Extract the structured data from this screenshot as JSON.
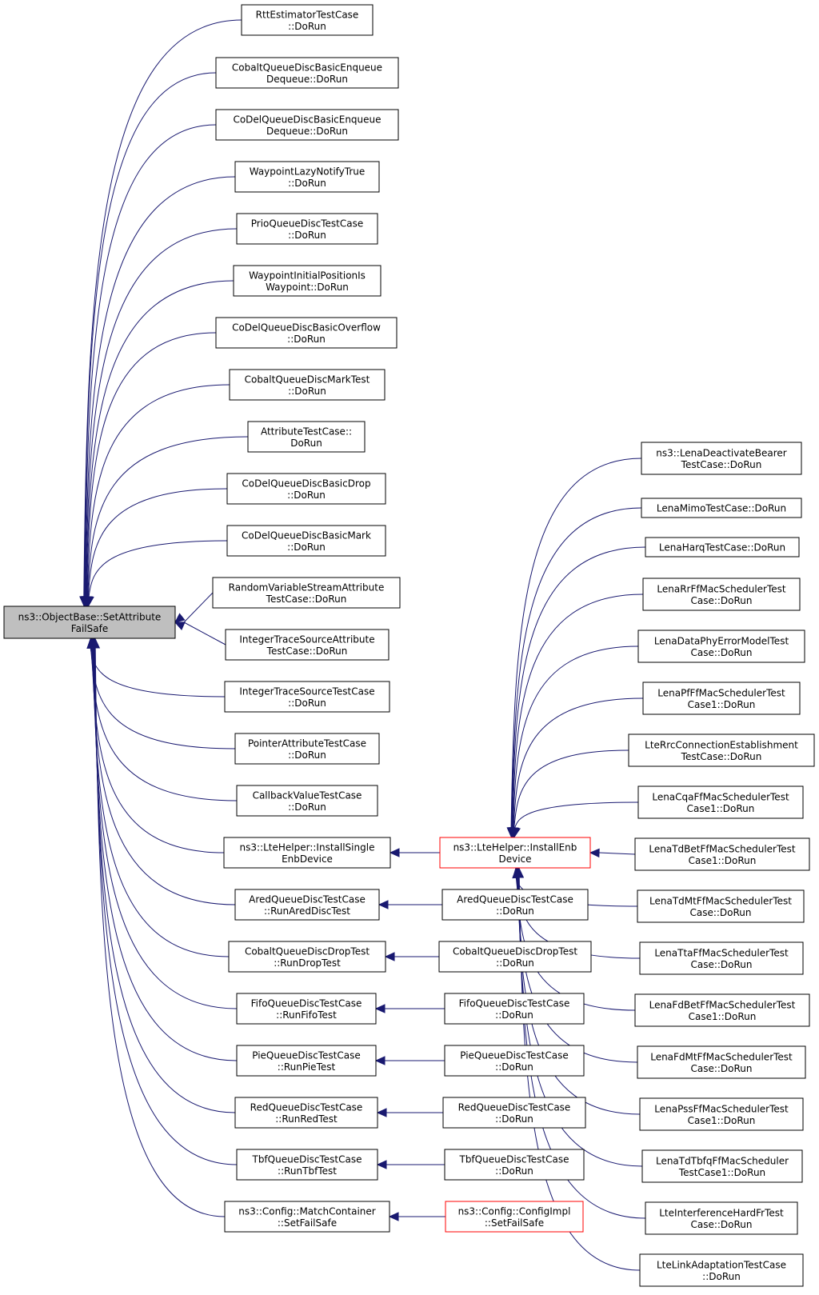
{
  "colors": {
    "edge": "#191970",
    "root_fill": "#bfbfbf",
    "highlight_stroke": "#ff0000"
  },
  "nodes": {
    "root": [
      "ns3::ObjectBase::SetAttribute",
      "FailSafe"
    ],
    "rtt": [
      "RttEstimatorTestCase",
      "::DoRun"
    ],
    "cobaltEnq": [
      "CobaltQueueDiscBasicEnqueue",
      "Dequeue::DoRun"
    ],
    "codelEnq": [
      "CoDelQueueDiscBasicEnqueue",
      "Dequeue::DoRun"
    ],
    "waypointLazy": [
      "WaypointLazyNotifyTrue",
      "::DoRun"
    ],
    "prio": [
      "PrioQueueDiscTestCase",
      "::DoRun"
    ],
    "waypointInit": [
      "WaypointInitialPositionIs",
      "Waypoint::DoRun"
    ],
    "codelOverflow": [
      "CoDelQueueDiscBasicOverflow",
      "::DoRun"
    ],
    "cobaltMark": [
      "CobaltQueueDiscMarkTest",
      "::DoRun"
    ],
    "attribute": [
      "AttributeTestCase::",
      "DoRun"
    ],
    "codelDrop": [
      "CoDelQueueDiscBasicDrop",
      "::DoRun"
    ],
    "codelMark": [
      "CoDelQueueDiscBasicMark",
      "::DoRun"
    ],
    "randomVar": [
      "RandomVariableStreamAttribute",
      "TestCase::DoRun"
    ],
    "intTraceAttr": [
      "IntegerTraceSourceAttribute",
      "TestCase::DoRun"
    ],
    "intTrace": [
      "IntegerTraceSourceTestCase",
      "::DoRun"
    ],
    "pointer": [
      "PointerAttributeTestCase",
      "::DoRun"
    ],
    "callback": [
      "CallbackValueTestCase",
      "::DoRun"
    ],
    "installSingle": [
      "ns3::LteHelper::InstallSingle",
      "EnbDevice"
    ],
    "aredRun": [
      "AredQueueDiscTestCase",
      "::RunAredDiscTest"
    ],
    "cobaltDropRun": [
      "CobaltQueueDiscDropTest",
      "::RunDropTest"
    ],
    "fifoRun": [
      "FifoQueueDiscTestCase",
      "::RunFifoTest"
    ],
    "pieRun": [
      "PieQueueDiscTestCase",
      "::RunPieTest"
    ],
    "redRun": [
      "RedQueueDiscTestCase",
      "::RunRedTest"
    ],
    "tbfRun": [
      "TbfQueueDiscTestCase",
      "::RunTbfTest"
    ],
    "matchContainer": [
      "ns3::Config::MatchContainer",
      "::SetFailSafe"
    ],
    "installEnb": [
      "ns3::LteHelper::InstallEnb",
      "Device"
    ],
    "aredDo": [
      "AredQueueDiscTestCase",
      "::DoRun"
    ],
    "cobaltDropDo": [
      "CobaltQueueDiscDropTest",
      "::DoRun"
    ],
    "fifoDo": [
      "FifoQueueDiscTestCase",
      "::DoRun"
    ],
    "pieDo": [
      "PieQueueDiscTestCase",
      "::DoRun"
    ],
    "redDo": [
      "RedQueueDiscTestCase",
      "::DoRun"
    ],
    "tbfDo": [
      "TbfQueueDiscTestCase",
      "::DoRun"
    ],
    "configImpl": [
      "ns3::Config::ConfigImpl",
      "::SetFailSafe"
    ],
    "lenaDeactivate": [
      "ns3::LenaDeactivateBearer",
      "TestCase::DoRun"
    ],
    "lenaMimo": [
      "LenaMimoTestCase::DoRun"
    ],
    "lenaHarq": [
      "LenaHarqTestCase::DoRun"
    ],
    "lenaRr": [
      "LenaRrFfMacSchedulerTest",
      "Case::DoRun"
    ],
    "lenaDataPhy": [
      "LenaDataPhyErrorModelTest",
      "Case::DoRun"
    ],
    "lenaPf": [
      "LenaPfFfMacSchedulerTest",
      "Case1::DoRun"
    ],
    "lteRrc": [
      "LteRrcConnectionEstablishment",
      "TestCase::DoRun"
    ],
    "lenaCqa": [
      "LenaCqaFfMacSchedulerTest",
      "Case1::DoRun"
    ],
    "lenaTdBet": [
      "LenaTdBetFfMacSchedulerTest",
      "Case1::DoRun"
    ],
    "lenaTdMt": [
      "LenaTdMtFfMacSchedulerTest",
      "Case::DoRun"
    ],
    "lenaTta": [
      "LenaTtaFfMacSchedulerTest",
      "Case::DoRun"
    ],
    "lenaFdBet": [
      "LenaFdBetFfMacSchedulerTest",
      "Case1::DoRun"
    ],
    "lenaFdMt": [
      "LenaFdMtFfMacSchedulerTest",
      "Case::DoRun"
    ],
    "lenaPss": [
      "LenaPssFfMacSchedulerTest",
      "Case1::DoRun"
    ],
    "lenaTdTbfq": [
      "LenaTdTbfqFfMacScheduler",
      "TestCase1::DoRun"
    ],
    "lteInterference": [
      "LteInterferenceHardFrTest",
      "Case::DoRun"
    ],
    "lteLinkAdapt": [
      "LteLinkAdaptationTestCase",
      "::DoRun"
    ]
  }
}
